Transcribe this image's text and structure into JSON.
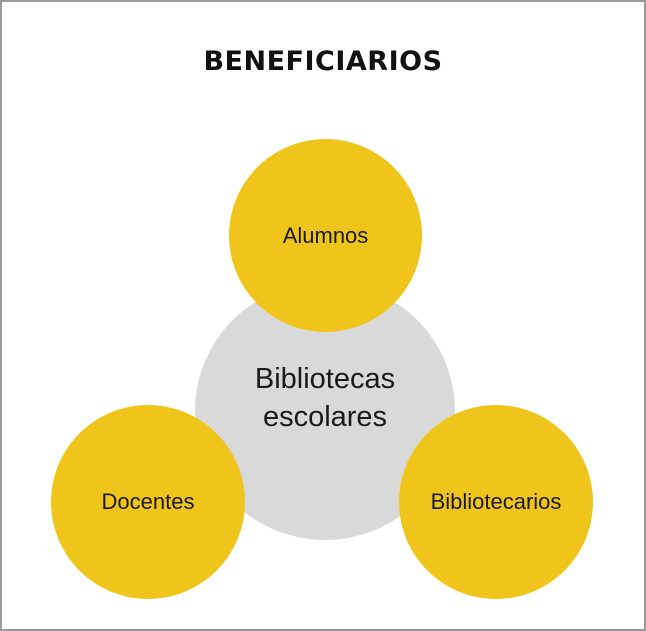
{
  "title": "BENEFICIARIOS",
  "center": {
    "label": "Bibliotecas\nescolares"
  },
  "nodes": {
    "top": "Alumnos",
    "left": "Docentes",
    "right": "Bibliotecarios"
  },
  "colors": {
    "accent": "#f0c51b",
    "center": "#d9d9d9",
    "border": "#9a9a9a"
  }
}
